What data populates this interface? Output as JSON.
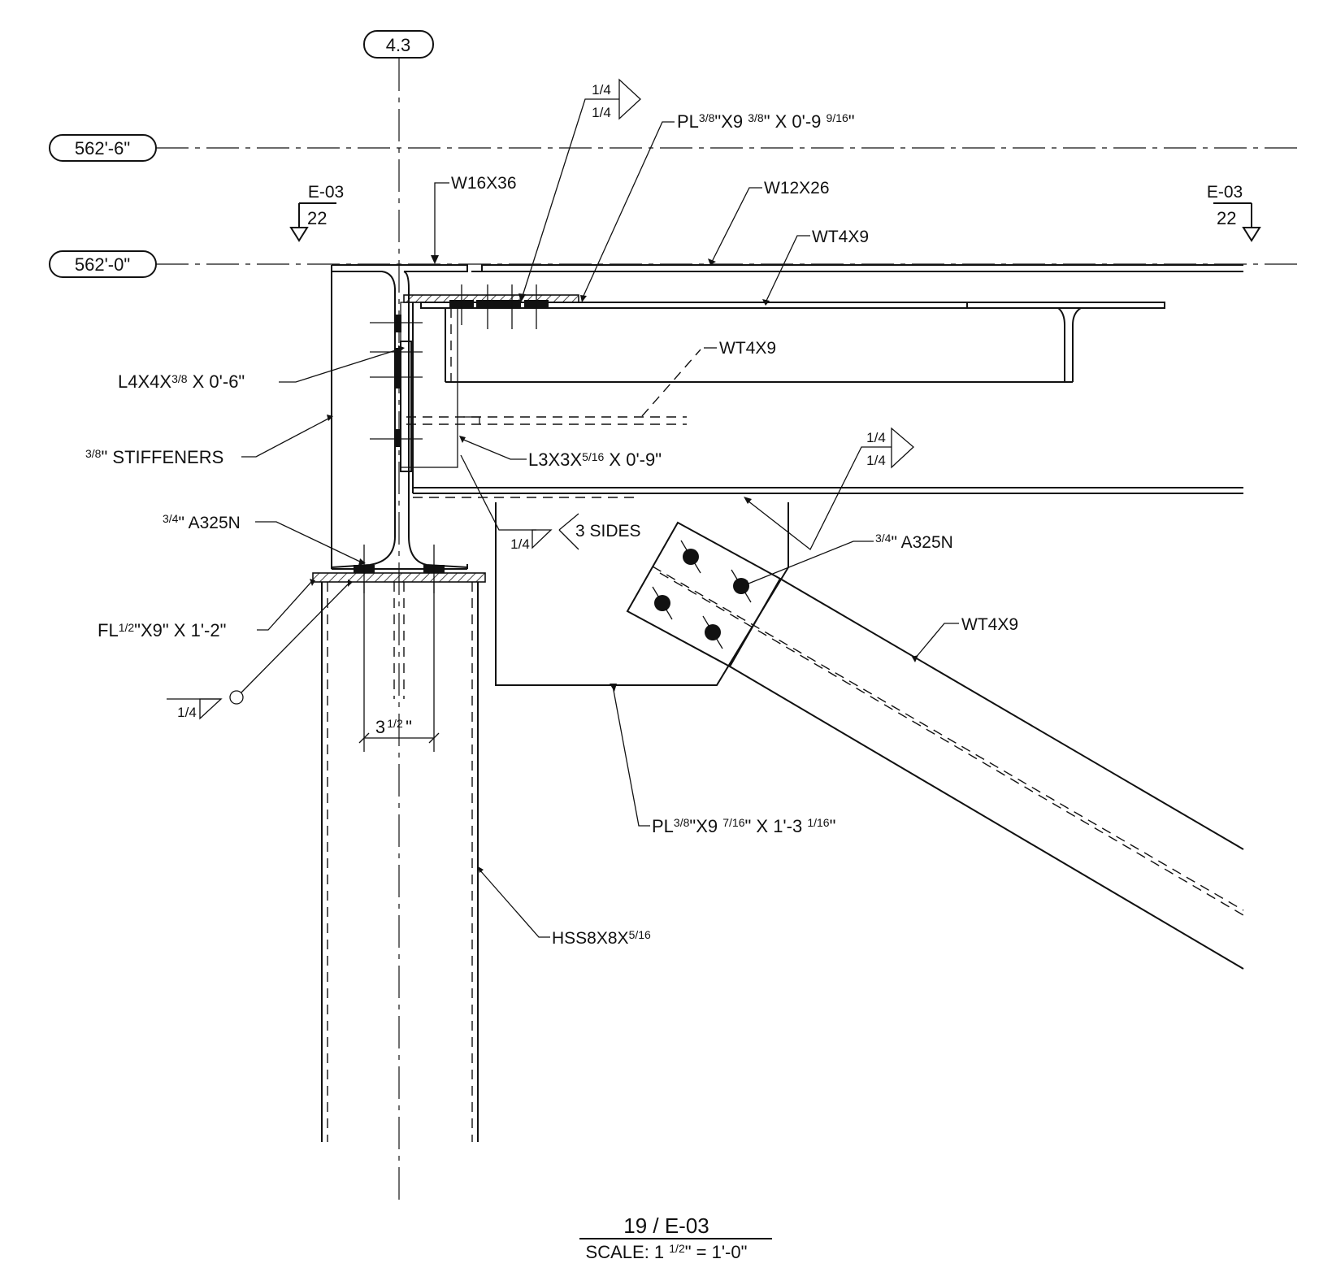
{
  "grid": {
    "column_tag": "4.3"
  },
  "elevations": {
    "top": "562'-6\"",
    "bottom": "562'-0\""
  },
  "section_markers": {
    "left": {
      "sheet": "E-03",
      "number": "22"
    },
    "right": {
      "sheet": "E-03",
      "number": "22"
    }
  },
  "members": {
    "w16": "W16X36",
    "w12": "W12X26",
    "wt_top": "WT4X9",
    "wt_hidden": "WT4X9",
    "wt_brace": "WT4X9",
    "hss": "HSS8X8X",
    "hss_frac": "5/16"
  },
  "plates": {
    "pl_top": {
      "prefix": "PL",
      "a": "3/8",
      "mid": "\"X9 ",
      "b": "3/8",
      "mid2": "\" X 0'-9 ",
      "c": "9/16",
      "end": "\""
    },
    "pl_gusset": {
      "prefix": "PL",
      "a": "3/8",
      "mid": "\"X9 ",
      "b": "7/16",
      "mid2": "\" X 1'-3 ",
      "c": "1/16",
      "end": "\""
    },
    "fl_base": {
      "prefix": "FL",
      "a": "1/2",
      "end": "\"X9\" X 1'-2\""
    }
  },
  "angles": {
    "l4": {
      "prefix": "L4X4X",
      "frac": "3/8",
      "end": " X 0'-6\""
    },
    "l3": {
      "prefix": "L3X3X",
      "frac": "5/16",
      "end": " X 0'-9\""
    }
  },
  "stiffeners": {
    "frac": "3/8",
    "text": "\" STIFFENERS"
  },
  "bolts": {
    "left": {
      "frac": "3/4",
      "text": "\" A325N"
    },
    "right": {
      "frac": "3/4",
      "text": "\" A325N"
    }
  },
  "welds": {
    "top_size_upper": "1/4",
    "top_size_lower": "1/4",
    "mid_size_upper": "1/4",
    "mid_size_lower": "1/4",
    "three_sides_size": "1/4",
    "three_sides_note": "3 SIDES",
    "base_size": "1/4"
  },
  "dimension": {
    "whole": "3",
    "frac": "1/2",
    "unit": "\""
  },
  "title": {
    "detail": "19  /  E-03",
    "scale_prefix": "SCALE: 1 ",
    "scale_frac": "1/2",
    "scale_suffix": "\" = 1'-0\""
  }
}
